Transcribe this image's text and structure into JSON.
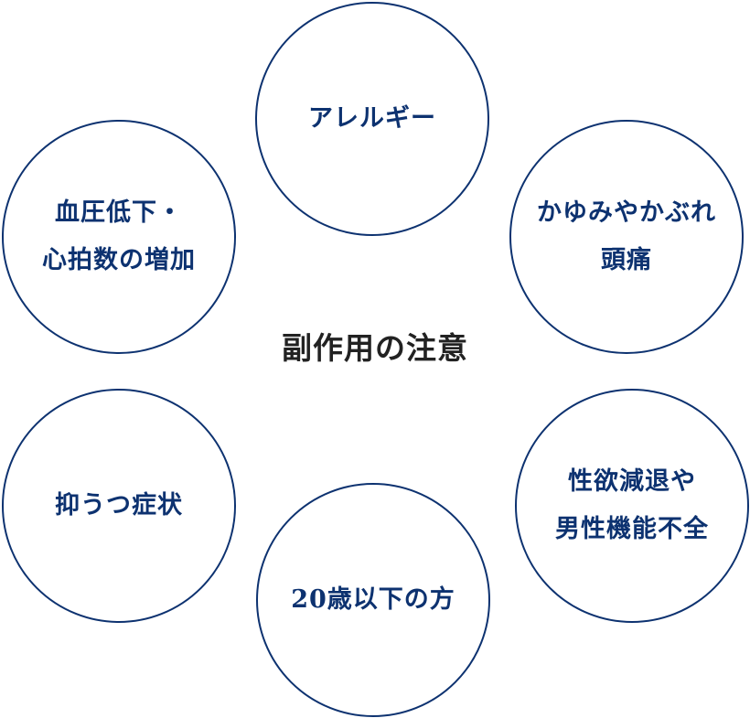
{
  "title": "副作用の注意",
  "colors": {
    "circle_border": "#0d3270",
    "circle_text": "#0d3270",
    "title_text": "#222222"
  },
  "items": {
    "allergy": {
      "lines": [
        "アレルギー"
      ]
    },
    "itch": {
      "lines": [
        "かゆみやかぶれ",
        "頭痛"
      ]
    },
    "blood_pressure": {
      "lines": [
        "血圧低下・",
        "心拍数の増加"
      ]
    },
    "depression": {
      "lines": [
        "抑うつ症状"
      ]
    },
    "libido": {
      "lines": [
        "性欲減退や",
        "男性機能不全"
      ]
    },
    "under20": {
      "lines": [
        "20歳以下の方"
      ]
    }
  }
}
